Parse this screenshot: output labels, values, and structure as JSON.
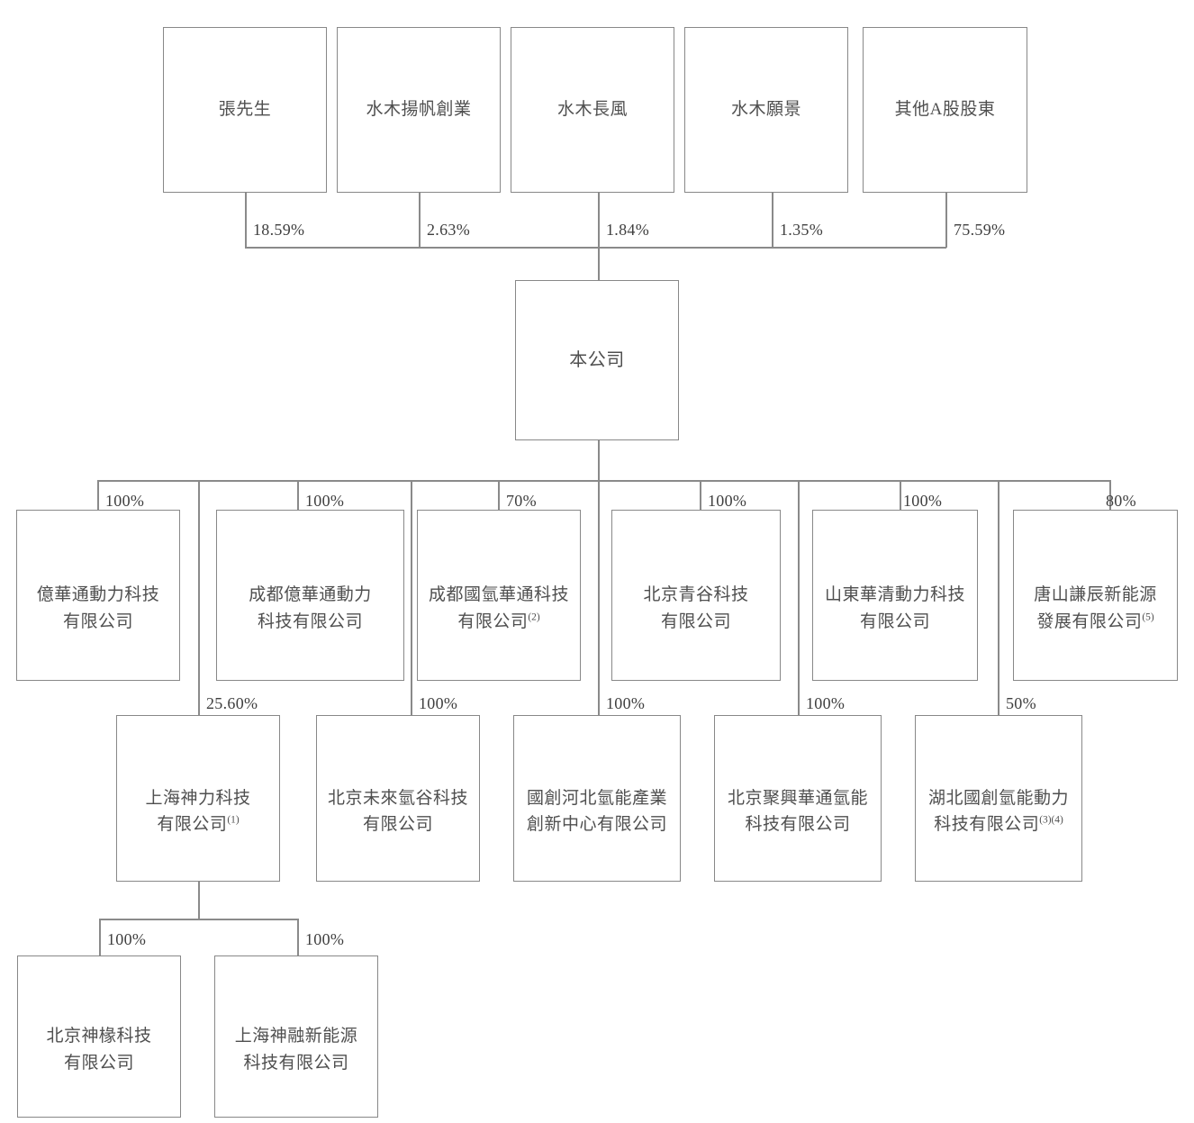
{
  "diagram": {
    "title": "Corporate shareholding and group structure chart",
    "colors": {
      "box_border": "#888888",
      "line": "#8a8a8a",
      "text": "#4f4f4f",
      "background": "#ffffff"
    },
    "rows": {
      "shareholders": {
        "nodes": [
          {
            "id": "sh1",
            "label": "張先生",
            "percent": "18.59%"
          },
          {
            "id": "sh2",
            "label": "水木揚帆創業",
            "percent": "2.63%"
          },
          {
            "id": "sh3",
            "label": "水木長風",
            "percent": "1.84%"
          },
          {
            "id": "sh4",
            "label": "水木願景",
            "percent": "1.35%"
          },
          {
            "id": "sh5",
            "label": "其他A股股東",
            "percent": "75.59%"
          }
        ]
      },
      "company": {
        "nodes": [
          {
            "id": "co",
            "label": "本公司"
          }
        ]
      },
      "subsidiaries_l1": {
        "nodes": [
          {
            "id": "s1",
            "label": "億華通動力科技\n有限公司",
            "sup": "",
            "percent": "100%"
          },
          {
            "id": "s2",
            "label": "成都億華通動力\n科技有限公司",
            "sup": "",
            "percent": "100%"
          },
          {
            "id": "s3",
            "label": "成都國氫華通科技\n有限公司",
            "sup": "(2)",
            "percent": "70%"
          },
          {
            "id": "s4",
            "label": "北京青谷科技\n有限公司",
            "sup": "",
            "percent": "100%"
          },
          {
            "id": "s5",
            "label": "山東華清動力科技\n有限公司",
            "sup": "",
            "percent": "100%"
          },
          {
            "id": "s6",
            "label": "唐山謙辰新能源\n發展有限公司",
            "sup": "(5)",
            "percent": "80%"
          }
        ]
      },
      "subsidiaries_l2": {
        "nodes": [
          {
            "id": "t1",
            "label": "上海神力科技\n有限公司",
            "sup": "(1)",
            "percent": "25.60%"
          },
          {
            "id": "t2",
            "label": "北京未來氫谷科技\n有限公司",
            "sup": "",
            "percent": "100%"
          },
          {
            "id": "t3",
            "label": "國創河北氫能產業\n創新中心有限公司",
            "sup": "",
            "percent": "100%"
          },
          {
            "id": "t4",
            "label": "北京聚興華通氫能\n科技有限公司",
            "sup": "",
            "percent": "100%"
          },
          {
            "id": "t5",
            "label": "湖北國創氫能動力\n科技有限公司",
            "sup": "(3)(4)",
            "percent": "50%"
          }
        ]
      },
      "subsidiaries_l3": {
        "nodes": [
          {
            "id": "u1",
            "label": "北京神椽科技\n有限公司",
            "sup": "",
            "percent": "100%"
          },
          {
            "id": "u2",
            "label": "上海神融新能源\n科技有限公司",
            "sup": "",
            "percent": "100%"
          }
        ]
      }
    }
  }
}
